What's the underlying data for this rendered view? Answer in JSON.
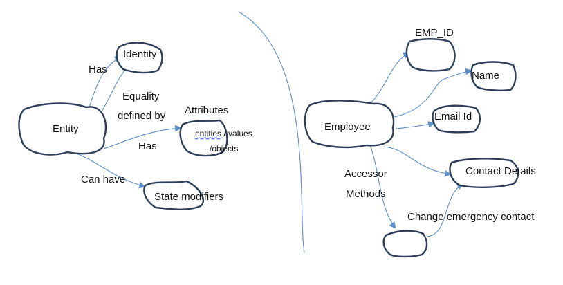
{
  "colors": {
    "outline": "#2c3e5a",
    "connector": "#5b8fc9",
    "spellcheck": "#3b4bd6"
  },
  "left": {
    "entity": "Entity",
    "identity": "Identity",
    "attributes": "Attributes",
    "attributes_content_a": "entities",
    "attributes_content_b": " / values",
    "attributes_content_c": "/objects",
    "state_modifiers": "State modifiers",
    "rel_has_identity": "Has",
    "rel_equality_1": "Equality",
    "rel_equality_2": "defined by",
    "rel_has_attributes": "Has",
    "rel_can_have": "Can have"
  },
  "right": {
    "employee": "Employee",
    "emp_id": "EMP_ID",
    "name": "Name",
    "email": "Email Id",
    "contact_details": "Contact Details",
    "accessor_1": "Accessor",
    "accessor_2": "Methods",
    "change_contact": "Change emergency contact"
  }
}
